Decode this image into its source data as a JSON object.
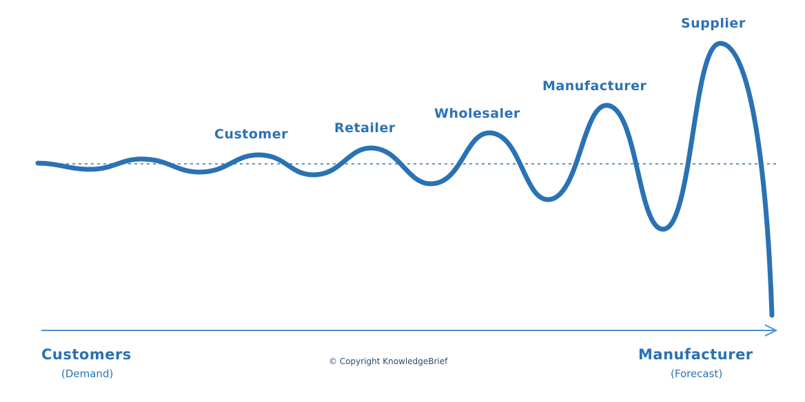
{
  "colors": {
    "wave": "#2a72b3",
    "axis": "#4a8fd0",
    "text": "#2a72b3",
    "copyright": "#2b4c6f"
  },
  "stages": [
    {
      "label": "Customer"
    },
    {
      "label": "Retailer"
    },
    {
      "label": "Wholesaler"
    },
    {
      "label": "Manufacturer"
    },
    {
      "label": "Supplier"
    }
  ],
  "axis": {
    "start_label": "Customers",
    "start_sublabel": "(Demand)",
    "end_label": "Manufacturer",
    "end_sublabel": "(Forecast)"
  },
  "copyright": "© Copyright KnowledgeBrief"
}
